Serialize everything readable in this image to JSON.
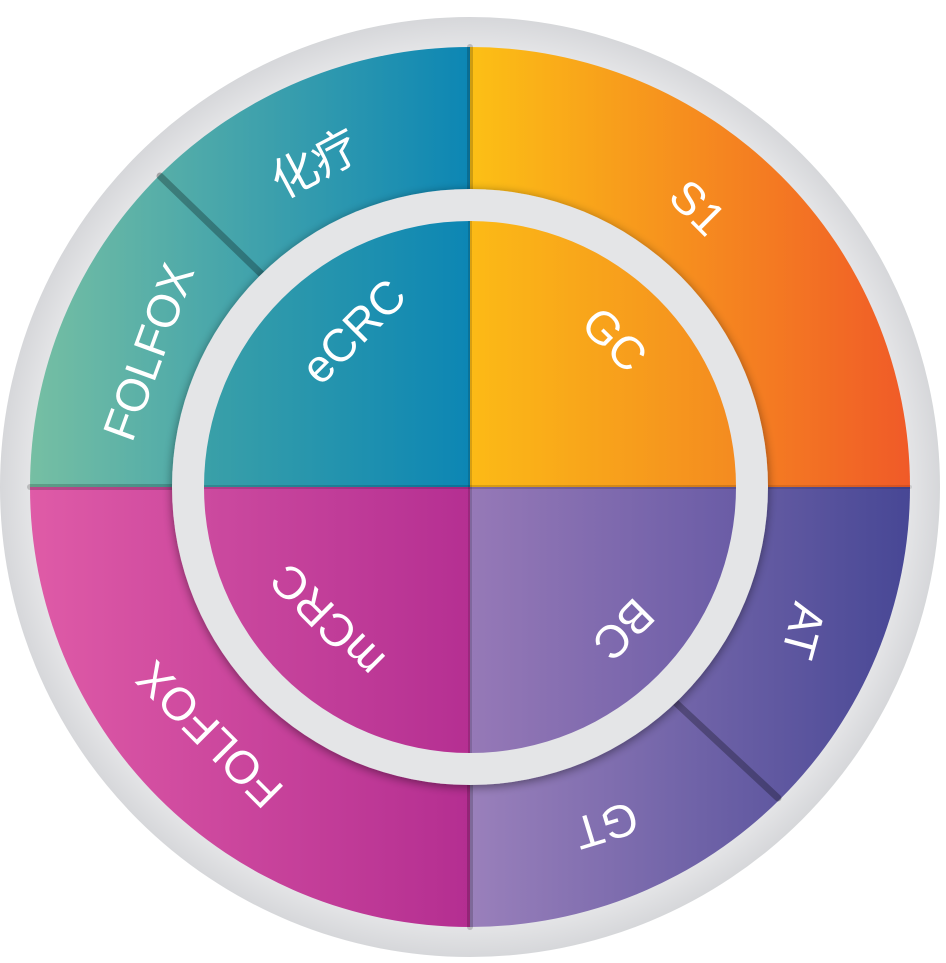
{
  "inner": {
    "top_left": "eCRC",
    "top_right": "GC",
    "bottom_right": "BC",
    "bottom_left": "mCRC"
  },
  "outer": {
    "top_left_upper": "化疗",
    "top_left_lower": "FOLFOX",
    "top_right": "S1",
    "bottom_right_upper": "AT",
    "bottom_right_lower": "GT",
    "bottom_left": "FOLFOX"
  },
  "colors": {
    "teal_light": "#5fb3a6",
    "teal_dark": "#0e84b3",
    "orange_light": "#fbbb16",
    "orange_dark": "#f0602a",
    "magenta_light": "#de5aa6",
    "magenta_dark": "#b52f92",
    "purple_light": "#977bb9",
    "purple_dark": "#4a4997",
    "ring": "#e4e5e7"
  }
}
